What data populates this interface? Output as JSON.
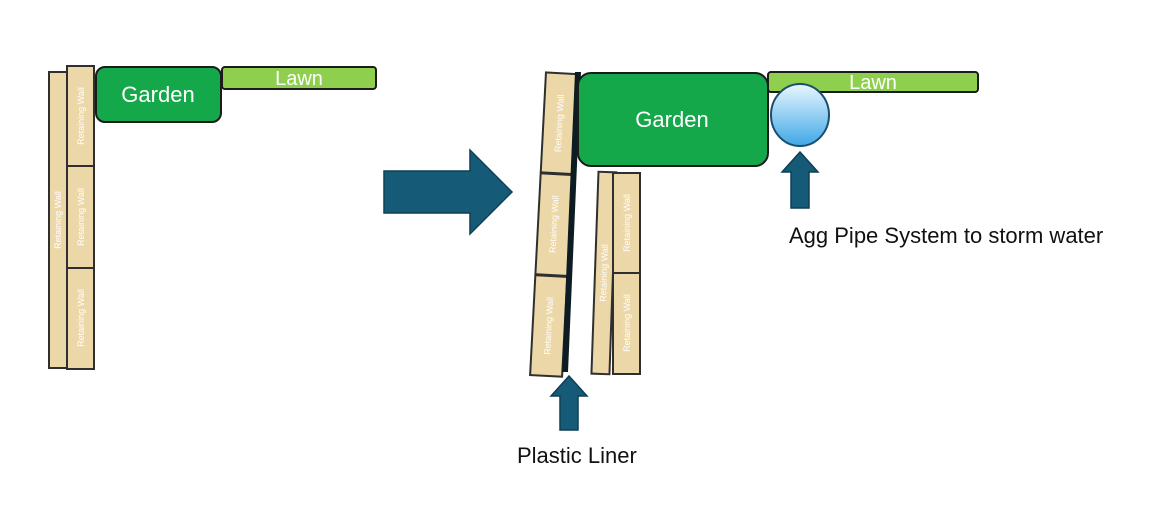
{
  "labels": {
    "wall": "Retaining Wall",
    "garden": "Garden",
    "lawn": "Lawn",
    "liner": "Plastic Liner",
    "pipe": "Agg Pipe System to storm water"
  },
  "colors": {
    "wall_fill": "#ecd7a9",
    "garden_fill": "#14a84a",
    "lawn_fill": "#8fcf4e",
    "arrow_fill": "#155a77",
    "pipe_gradient_top": "#e9f7ff",
    "pipe_gradient_bottom": "#3fa7e6",
    "liner": "#0d1b22"
  }
}
